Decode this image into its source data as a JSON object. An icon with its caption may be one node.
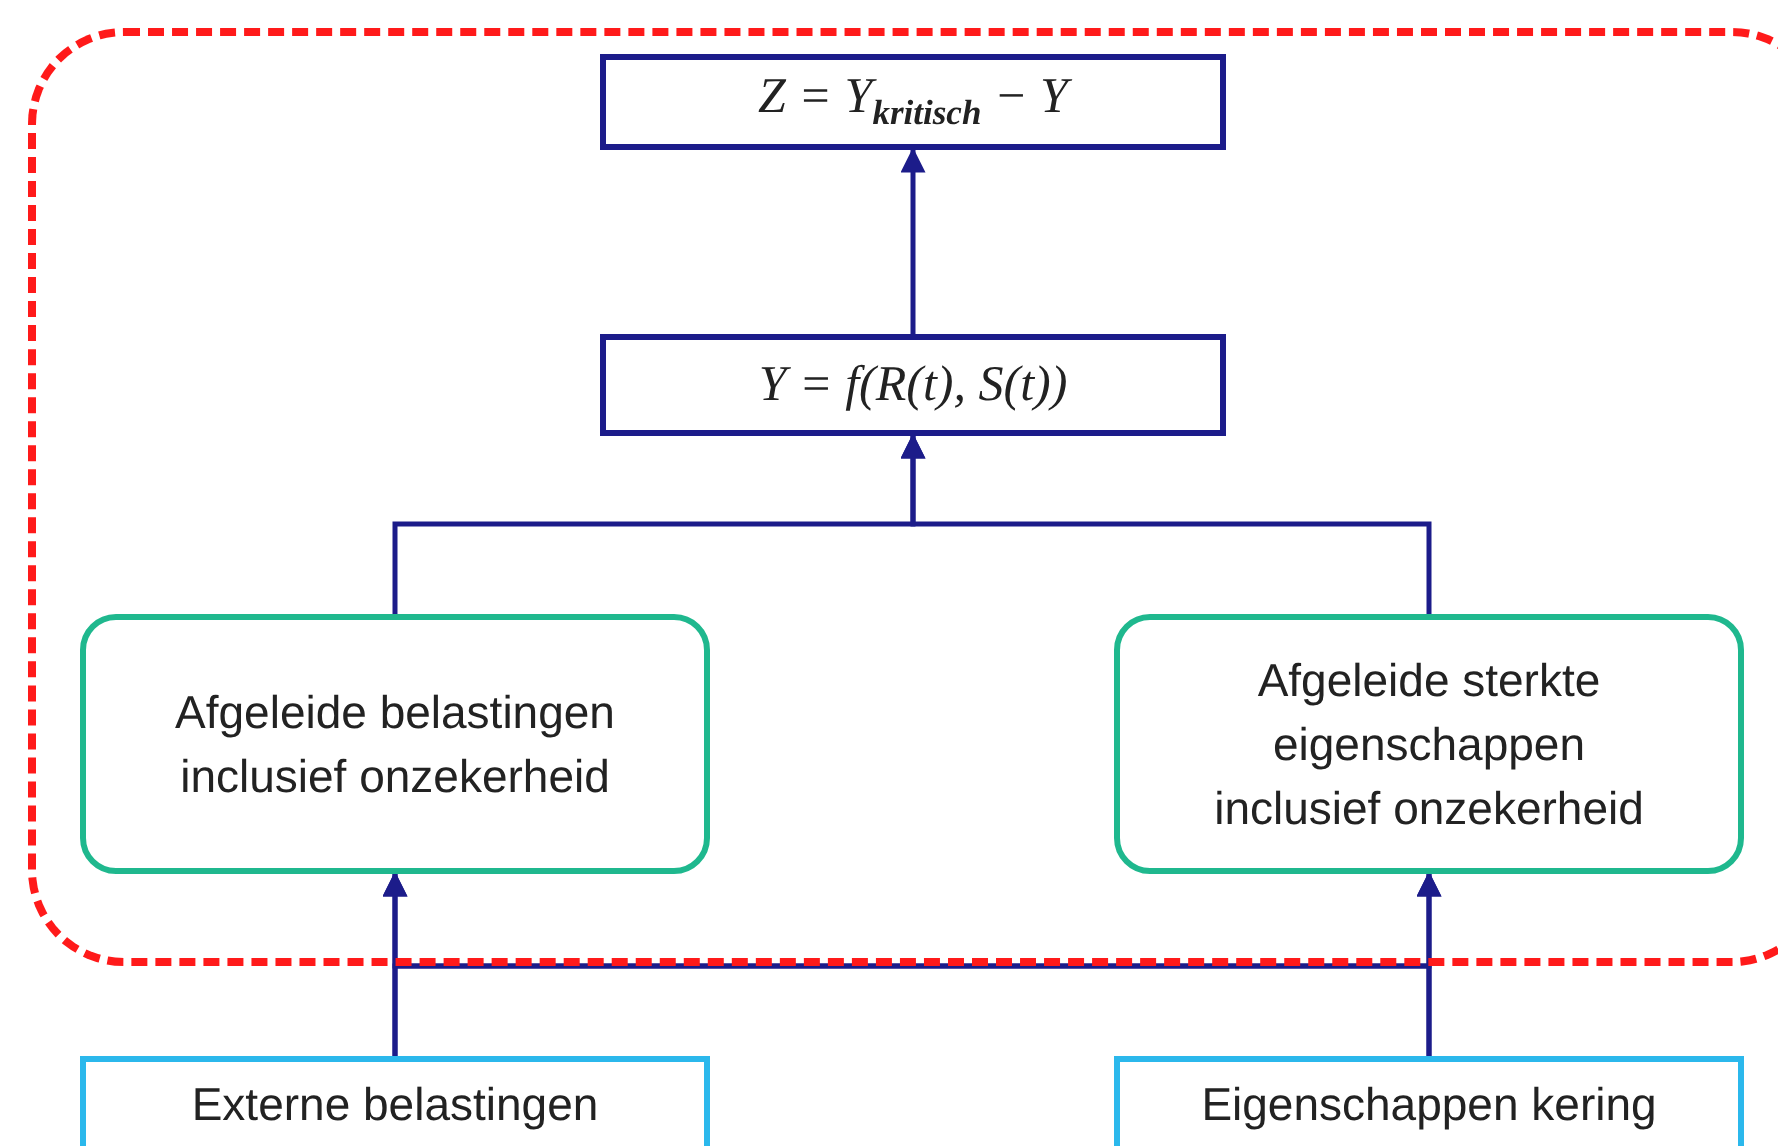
{
  "diagram": {
    "nodes": [
      {
        "text": [],
        "shape": "box"
      },
      {
        "text": [
          "Z = Y$_{kritisch}$ − Y"
        ],
        "in": 0
      },
      {
        "text": [
          "Y = f(R(t), S(t))"
        ],
        "in": 0
      },
      {
        "text": [
          "Afgeleide belastingen inclusief onzekerheid"
        ],
        "in": 0
      },
      {
        "text": [
          "Afgeleide sterkte eigenschappen inclusief onzekerheid"
        ],
        "in": 0
      },
      {
        "text": [
          "Externe belastingen"
        ]
      },
      {
        "text": [
          "Eigenschappen kering"
        ]
      }
    ],
    "edges": [
      {
        "from": 2,
        "to": 1,
        "arrow": "to"
      },
      {
        "from": 3,
        "to": 2,
        "arrow": "to"
      },
      {
        "from": 4,
        "to": 2,
        "arrow": "to"
      },
      {
        "from": 5,
        "to": 3,
        "arrow": "to"
      },
      {
        "from": 5,
        "to": 4,
        "arrow": "to"
      },
      {
        "from": 6,
        "to": 3,
        "arrow": "to"
      },
      {
        "from": 6,
        "to": 4,
        "arrow": "to"
      }
    ]
  }
}
